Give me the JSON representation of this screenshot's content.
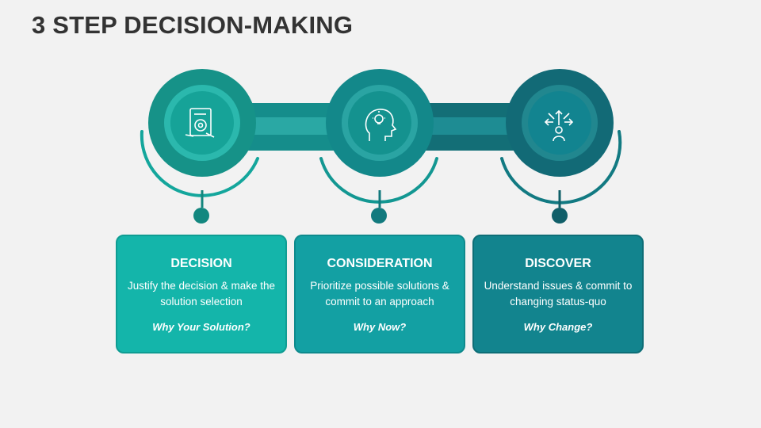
{
  "title": "3 STEP DECISION-MAKING",
  "steps": [
    {
      "heading": "DECISION",
      "description": "Justify the decision & make the solution selection",
      "question": "Why Your Solution?",
      "icon": "document-gear-icon",
      "color": "#14b5aa"
    },
    {
      "heading": "CONSIDERATION",
      "description": "Prioritize possible solutions & commit to an approach",
      "question": "Why Now?",
      "icon": "head-lightbulb-icon",
      "color": "#13a0a3"
    },
    {
      "heading": "DISCOVER",
      "description": "Understand issues & commit to changing status-quo",
      "question": "Why Change?",
      "icon": "decision-arrows-icon",
      "color": "#12848e"
    }
  ]
}
